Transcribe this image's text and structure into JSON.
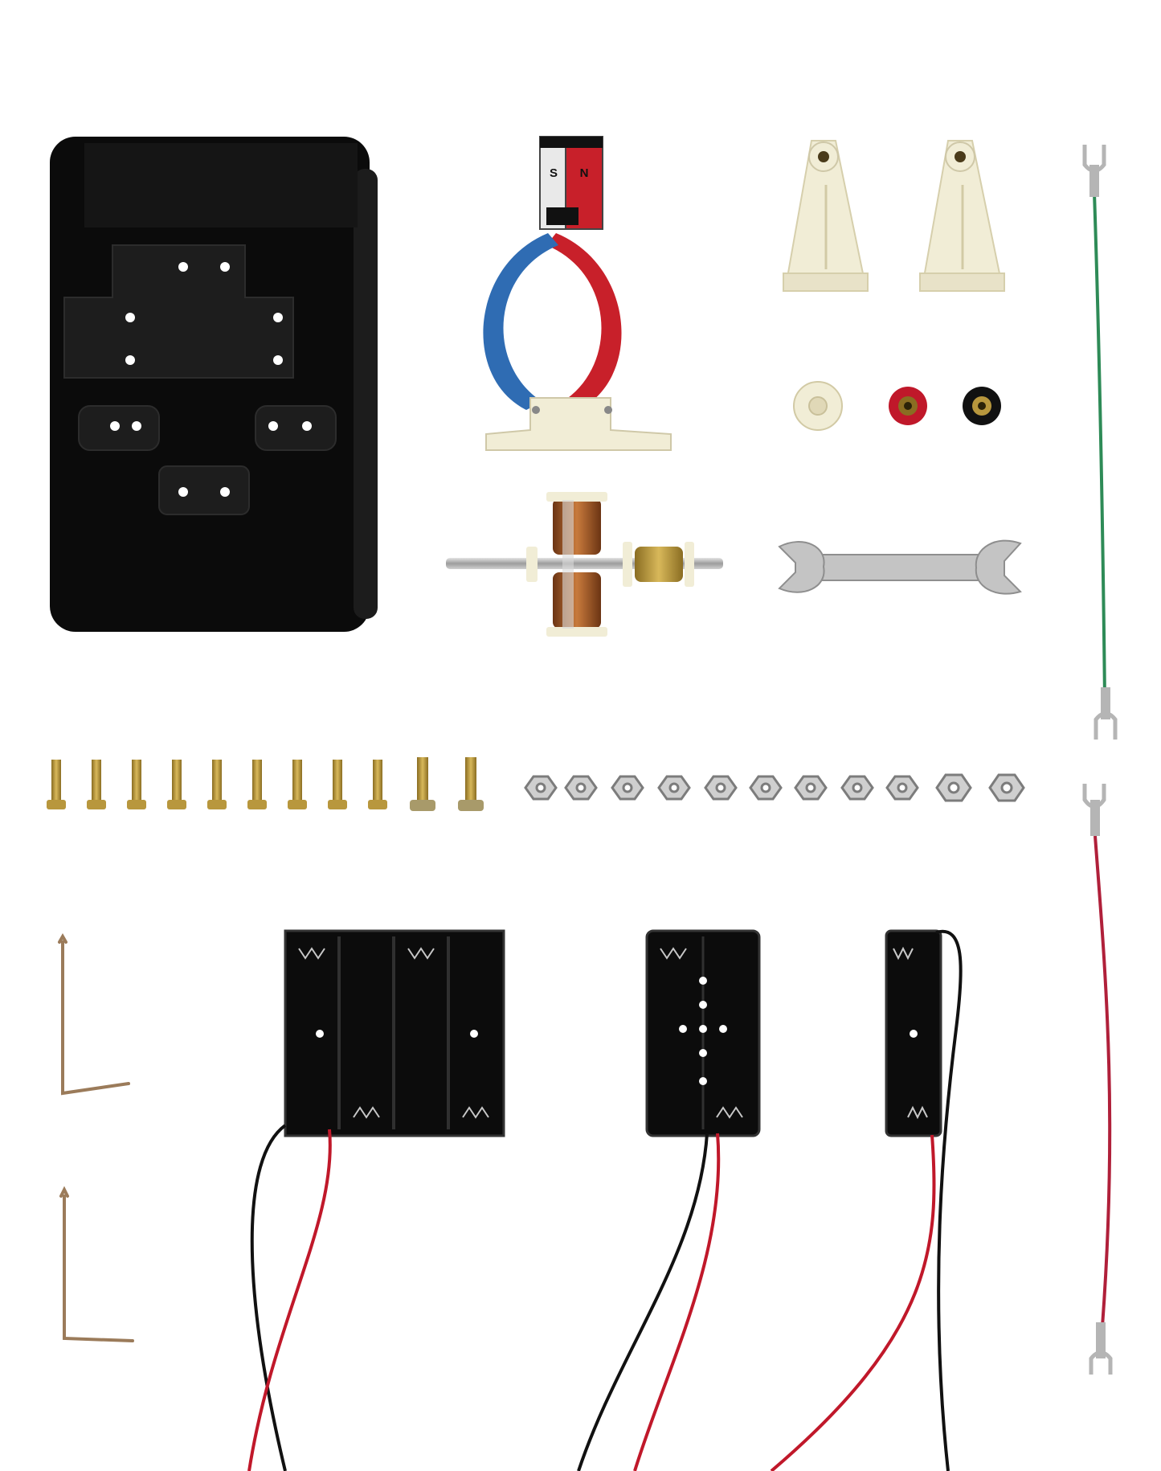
{
  "photo": {
    "background": "#ffffff",
    "magnet_labels": {
      "south": "S",
      "north": "N"
    },
    "colors": {
      "base_plate": "#0d0d0d",
      "magnet_red": "#c8202a",
      "magnet_blue": "#2f6cb3",
      "ivory_plastic": "#f1edd6",
      "brass": "#b8973d",
      "copper_coil": "#a0522d",
      "steel": "#b9b9b9",
      "wire_green": "#2e8b57",
      "wire_red": "#c0182a",
      "wire_black": "#111111"
    },
    "counts": {
      "screws": 11,
      "nuts": 11,
      "l_pins": 2,
      "battery_holders": 3
    }
  }
}
